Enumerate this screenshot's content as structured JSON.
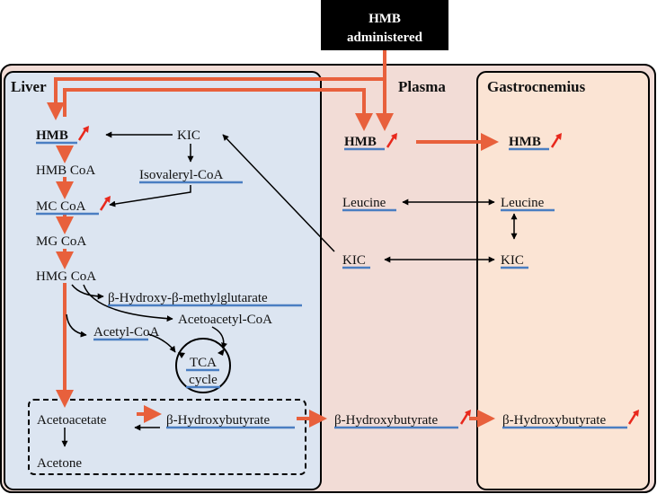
{
  "colors": {
    "plasma_bg": "#f2dcd6",
    "liver_bg": "#dce5f1",
    "gastro_bg": "#fbe4d4",
    "flow_arrow": "#e8603c",
    "underline": "#4a7ec2",
    "up_arrow": "#e8281c",
    "header_bg": "#000000"
  },
  "header": {
    "line1": "HMB",
    "line2": "administered"
  },
  "compartments": {
    "liver": "Liver",
    "plasma": "Plasma",
    "gastrocnemius": "Gastrocnemius"
  },
  "liver": {
    "hmb": "HMB",
    "hmb_coa": "HMB CoA",
    "mc_coa": "MC CoA",
    "mg_coa": "MG CoA",
    "hmg_coa": "HMG CoA",
    "kic": "KIC",
    "isovaleryl_coa": "Isovaleryl-CoA",
    "hmg_acid": "β-Hydroxy-β-methylglutarate",
    "acetoacetyl_coa": "Acetoacetyl-CoA",
    "acetyl_coa": "Acetyl-CoA",
    "tca_line1": "TCA",
    "tca_line2": "cycle",
    "acetoacetate": "Acetoacetate",
    "bhb": "β-Hydroxybutyrate",
    "acetone": "Acetone"
  },
  "plasma": {
    "hmb": "HMB",
    "leucine": "Leucine",
    "kic": "KIC",
    "bhb": "β-Hydroxybutyrate"
  },
  "gastrocnemius": {
    "hmb": "HMB",
    "leucine": "Leucine",
    "kic": "KIC",
    "bhb": "β-Hydroxybutyrate"
  }
}
